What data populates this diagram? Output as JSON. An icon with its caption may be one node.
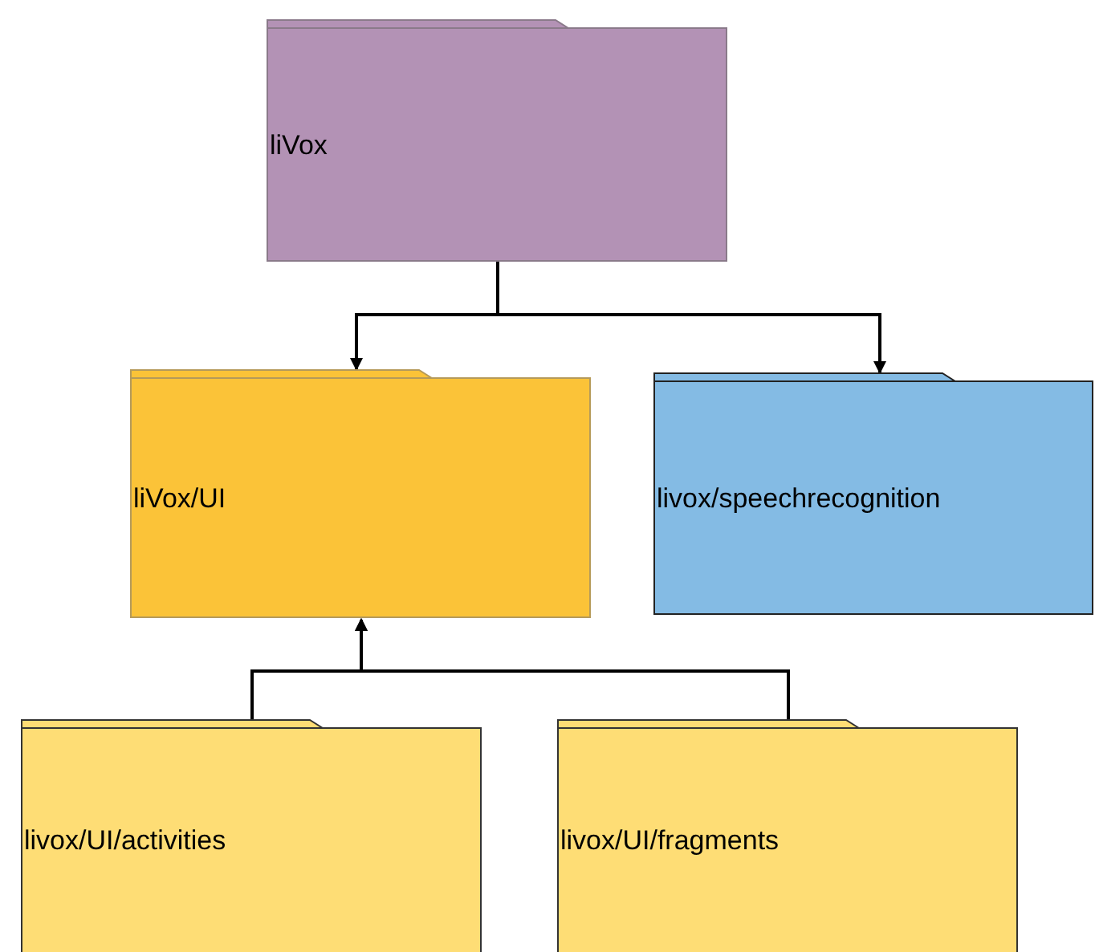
{
  "diagram": {
    "nodes": [
      {
        "text": [
          "liVox"
        ]
      },
      {
        "text": [
          "liVox/UI"
        ]
      },
      {
        "text": [
          "livox/speechrecognition"
        ]
      },
      {
        "text": [
          "livox/UI/activities"
        ]
      },
      {
        "text": [
          "livox/UI/fragments"
        ]
      }
    ],
    "edges": [
      {
        "from": 0,
        "to": 1,
        "arrow": "to"
      },
      {
        "from": 0,
        "to": 2,
        "arrow": "to"
      },
      {
        "from": 3,
        "to": 1,
        "arrow": "to"
      },
      {
        "from": 4,
        "to": 1,
        "arrow": "to"
      }
    ]
  }
}
